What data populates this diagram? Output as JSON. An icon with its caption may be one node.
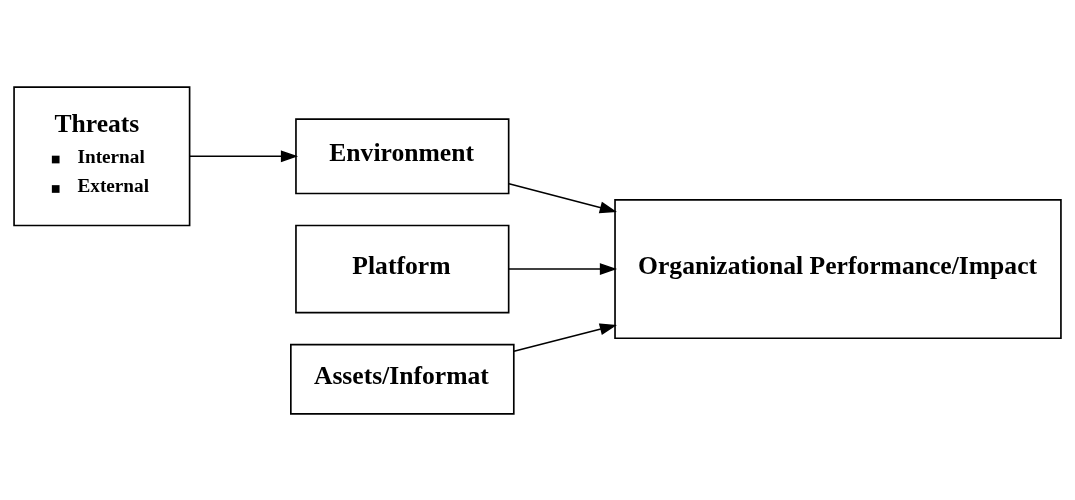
{
  "diagram": {
    "nodes": [
      {
        "text": [
          "Threats",
          "Internal",
          "External"
        ]
      },
      {
        "text": [
          "Environment"
        ]
      },
      {
        "text": [
          "Platform"
        ]
      },
      {
        "text": [
          "Assets/Informat"
        ]
      },
      {
        "text": [
          "Organizational Performance/Impact"
        ]
      }
    ],
    "edges": [
      {
        "from": 0,
        "to": 1,
        "arrow": "to"
      },
      {
        "from": 1,
        "to": 4,
        "arrow": "to"
      },
      {
        "from": 2,
        "to": 4,
        "arrow": "to"
      },
      {
        "from": 3,
        "to": 4,
        "arrow": "to"
      }
    ]
  }
}
